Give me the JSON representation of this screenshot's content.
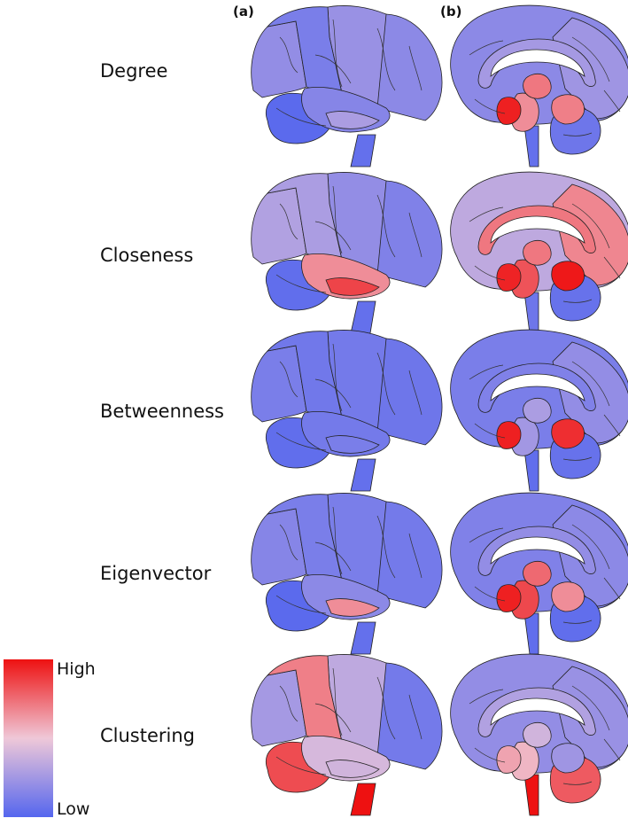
{
  "panels": {
    "a": "(a)",
    "b": "(b)"
  },
  "rows": [
    {
      "label": "Degree",
      "lateral": {
        "frontal": 0.18,
        "motor": 0.22,
        "parietal": 0.12,
        "occipital": 0.2,
        "temporal": 0.16,
        "insula": 0.28,
        "cerebellum": 0.02,
        "stem": 0.05
      },
      "medial": {
        "cortex": 0.18,
        "cingulate": 0.26,
        "thalamus": 0.72,
        "hypothal": 0.96,
        "midbrain": 0.66,
        "occipital": 0.24,
        "cerebellum": 0.08,
        "vermis": 0.7,
        "stem": 0.05
      }
    },
    {
      "label": "Closeness",
      "lateral": {
        "frontal": 0.14,
        "motor": 0.2,
        "parietal": 0.28,
        "occipital": 0.3,
        "temporal": 0.66,
        "insula": 0.86,
        "cerebellum": 0.04,
        "stem": 0.05
      },
      "medial": {
        "cortex": 0.34,
        "cingulate": 0.72,
        "thalamus": 0.72,
        "hypothal": 0.95,
        "midbrain": 0.82,
        "occipital": 0.68,
        "cerebellum": 0.06,
        "vermis": 0.98,
        "stem": 0.08
      }
    },
    {
      "label": "Betweenness",
      "lateral": {
        "frontal": 0.08,
        "motor": 0.1,
        "parietal": 0.09,
        "occipital": 0.12,
        "temporal": 0.1,
        "insula": 0.12,
        "cerebellum": 0.04,
        "stem": 0.05
      },
      "medial": {
        "cortex": 0.12,
        "cingulate": 0.14,
        "thalamus": 0.28,
        "hypothal": 0.96,
        "midbrain": 0.25,
        "occipital": 0.2,
        "cerebellum": 0.06,
        "vermis": 0.92,
        "stem": 0.04
      }
    },
    {
      "label": "Eigenvector",
      "lateral": {
        "frontal": 0.1,
        "motor": 0.12,
        "parietal": 0.12,
        "occipital": 0.16,
        "temporal": 0.18,
        "insula": 0.66,
        "cerebellum": 0.02,
        "stem": 0.05
      },
      "medial": {
        "cortex": 0.14,
        "cingulate": 0.2,
        "thalamus": 0.76,
        "hypothal": 0.96,
        "midbrain": 0.85,
        "occipital": 0.18,
        "cerebellum": 0.04,
        "vermis": 0.66,
        "stem": 0.04
      }
    },
    {
      "label": "Clustering",
      "lateral": {
        "frontal": 0.1,
        "motor": 0.34,
        "parietal": 0.7,
        "occipital": 0.26,
        "temporal": 0.42,
        "insula": 0.4,
        "cerebellum": 0.84,
        "stem": 1.0
      },
      "medial": {
        "cortex": 0.2,
        "cingulate": 0.3,
        "thalamus": 0.4,
        "hypothal": 0.6,
        "midbrain": 0.55,
        "occipital": 0.22,
        "cerebellum": 0.8,
        "vermis": 0.24,
        "stem": 1.0
      }
    }
  ],
  "legend": {
    "high": "High",
    "low": "Low",
    "high_color": "#ee1111",
    "mid_color": "#efc8d8",
    "low_color": "#5566ee"
  }
}
